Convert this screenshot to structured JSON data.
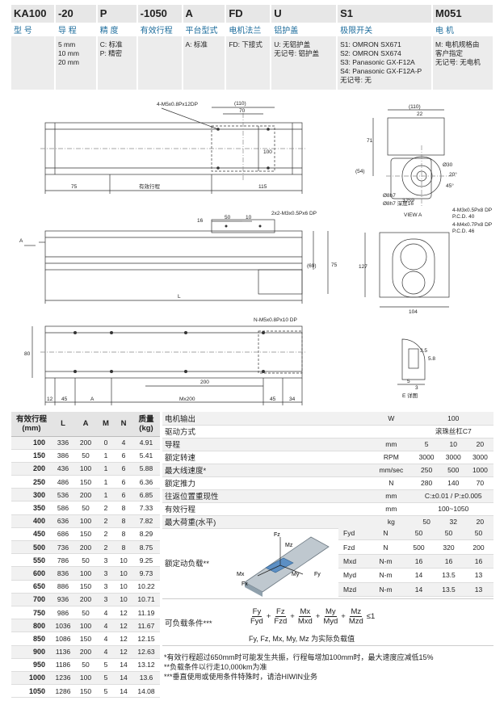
{
  "model_code": {
    "codes": [
      "KA100",
      "-20",
      "P",
      "-1050",
      "A",
      "FD",
      "U",
      "S1",
      "M051"
    ],
    "labels": [
      "型 号",
      "导 程",
      "精 度",
      "有效行程",
      "平台型式",
      "电机法兰",
      "铝护盖",
      "极限开关",
      "电 机"
    ],
    "options": [
      [],
      [
        "5 mm",
        "10 mm",
        "20 mm"
      ],
      [
        "C: 标准",
        "P: 精密"
      ],
      [],
      [
        "A: 标准"
      ],
      [
        "FD: 下接式"
      ],
      [
        "U: 无铝护盖",
        "无记号: 铝护盖"
      ],
      [
        "S1: OMRON SX671",
        "S2: OMRON SX674",
        "S3: Panasonic GX-F12A",
        "S4: Panasonic GX-F12A-P",
        "无记号: 无"
      ],
      [
        "M: 电机规格由",
        "客户指定",
        "无记号: 无电机"
      ]
    ]
  },
  "drawing": {
    "top_view": {
      "hole_note": "4-M5x0.8Px12DP",
      "dim_110": "(110)",
      "dim_70": "70",
      "dim_100": "100",
      "dim_75": "75",
      "dim_stroke": "有效行程",
      "dim_115": "115"
    },
    "side_view": {
      "hole_note": "2x2-M3x0.5Px6 DP",
      "dim_50": "50",
      "dim_10": "10",
      "dim_16": "16",
      "dim_69": "(69)",
      "dim_75": "75",
      "label_a": "A",
      "label_l": "L"
    },
    "bottom_view": {
      "hole_note": "N-M5x0.8Px10 DP",
      "dim_80": "80",
      "dim_200": "200",
      "dim_12": "12",
      "dim_45_left": "45",
      "label_a": "A",
      "dim_m200": "Mx200",
      "dim_45_right": "45",
      "dim_34": "34"
    },
    "end_view": {
      "dim_110": "(110)",
      "dim_22": "22",
      "dim_71": "71",
      "dim_54": "(54)",
      "dim_phi30": "Ø30",
      "dim_phi8": "Ø8h7",
      "dim_phi8_deep": "Ø8h7 深度16",
      "dim_js9": "3JS9",
      "label_view": "VIEW A",
      "hole_note_1": "4-M3x0.5Px8 DP",
      "pcd_1": "P.C.D. 40",
      "hole_note_2": "4-M4x0.7Px8 DP",
      "pcd_2": "P.C.D. 46",
      "dim_45": "45°",
      "dim_20": "20°"
    },
    "motor_view": {
      "dim_127": "127",
      "dim_104": "104"
    },
    "detail_e": {
      "dim_3_5": "3.5",
      "dim_5_8": "5.8",
      "dim_5": "5",
      "dim_3": "3",
      "label": "E 详图"
    }
  },
  "stroke_table": {
    "headers": [
      "有效行程\n(mm)",
      "L",
      "A",
      "M",
      "N",
      "质量\n(kg)"
    ],
    "rows": [
      [
        "100",
        "336",
        "200",
        "0",
        "4",
        "4.91"
      ],
      [
        "150",
        "386",
        "50",
        "1",
        "6",
        "5.41"
      ],
      [
        "200",
        "436",
        "100",
        "1",
        "6",
        "5.88"
      ],
      [
        "250",
        "486",
        "150",
        "1",
        "6",
        "6.36"
      ],
      [
        "300",
        "536",
        "200",
        "1",
        "6",
        "6.85"
      ],
      [
        "350",
        "586",
        "50",
        "2",
        "8",
        "7.33"
      ],
      [
        "400",
        "636",
        "100",
        "2",
        "8",
        "7.82"
      ],
      [
        "450",
        "686",
        "150",
        "2",
        "8",
        "8.29"
      ],
      [
        "500",
        "736",
        "200",
        "2",
        "8",
        "8.75"
      ],
      [
        "550",
        "786",
        "50",
        "3",
        "10",
        "9.25"
      ],
      [
        "600",
        "836",
        "100",
        "3",
        "10",
        "9.73"
      ],
      [
        "650",
        "886",
        "150",
        "3",
        "10",
        "10.22"
      ],
      [
        "700",
        "936",
        "200",
        "3",
        "10",
        "10.71"
      ],
      [
        "750",
        "986",
        "50",
        "4",
        "12",
        "11.19"
      ],
      [
        "800",
        "1036",
        "100",
        "4",
        "12",
        "11.67"
      ],
      [
        "850",
        "1086",
        "150",
        "4",
        "12",
        "12.15"
      ],
      [
        "900",
        "1136",
        "200",
        "4",
        "12",
        "12.63"
      ],
      [
        "950",
        "1186",
        "50",
        "5",
        "14",
        "13.12"
      ],
      [
        "1000",
        "1236",
        "100",
        "5",
        "14",
        "13.6"
      ],
      [
        "1050",
        "1286",
        "150",
        "5",
        "14",
        "14.08"
      ]
    ]
  },
  "spec_table": {
    "rows": [
      {
        "name": "电机输出",
        "unit": "W",
        "values": [
          "100"
        ],
        "merged": true
      },
      {
        "name": "驱动方式",
        "unit": "",
        "values": [
          "滚珠丝杠C7"
        ],
        "merged": true
      },
      {
        "name": "导程",
        "unit": "mm",
        "values": [
          "5",
          "10",
          "20"
        ],
        "merged": false
      },
      {
        "name": "额定转速",
        "unit": "RPM",
        "values": [
          "3000",
          "3000",
          "3000"
        ],
        "merged": false
      },
      {
        "name": "最大线速度*",
        "unit": "mm/sec",
        "values": [
          "250",
          "500",
          "1000"
        ],
        "merged": false
      },
      {
        "name": "额定推力",
        "unit": "N",
        "values": [
          "280",
          "140",
          "70"
        ],
        "merged": false
      },
      {
        "name": "往返位置重现性",
        "unit": "mm",
        "values": [
          "C:±0.01 / P:±0.005"
        ],
        "merged": true
      },
      {
        "name": "有效行程",
        "unit": "mm",
        "values": [
          "100~1050"
        ],
        "merged": true
      },
      {
        "name": "最大荷重(水平)",
        "unit": "kg",
        "values": [
          "50",
          "32",
          "20"
        ],
        "merged": false
      }
    ],
    "rated_load": {
      "label": "额定动负载**",
      "fig_labels": [
        "Fz",
        "Mz",
        "Mx",
        "Fx",
        "My",
        "Fy"
      ],
      "rows": [
        {
          "key": "Fyd",
          "unit": "N",
          "values": [
            "50",
            "50",
            "50"
          ]
        },
        {
          "key": "Fzd",
          "unit": "N",
          "values": [
            "500",
            "320",
            "200"
          ]
        },
        {
          "key": "Mxd",
          "unit": "N-m",
          "values": [
            "16",
            "16",
            "16"
          ]
        },
        {
          "key": "Myd",
          "unit": "N-m",
          "values": [
            "14",
            "13.5",
            "13"
          ]
        },
        {
          "key": "Mzd",
          "unit": "N-m",
          "values": [
            "14",
            "13.5",
            "13"
          ]
        }
      ]
    },
    "load_condition": {
      "label": "可负载条件***",
      "numerators": [
        "Fy",
        "Fz",
        "Mx",
        "My",
        "Mz"
      ],
      "denominators": [
        "Fyd",
        "Fzd",
        "Mxd",
        "Myd",
        "Mzd"
      ],
      "operator": "+",
      "result": "≤1",
      "note": "Fy, Fz, Mx, My, Mz 为实际负载值"
    }
  },
  "notes": [
    "*有效行程超过650mm时可能发生共振，行程每增加100mm时，最大速度应减低15%",
    "**负载条件以行走10,000km为准",
    "***垂直使用或使用条件特殊时，请洽HIWIN业务"
  ]
}
